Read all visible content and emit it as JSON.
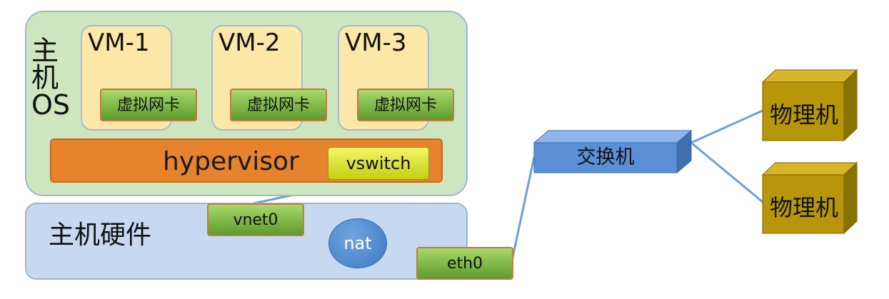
{
  "host_os": {
    "label_lines": [
      "主",
      "机",
      "OS"
    ],
    "vms": [
      {
        "title": "VM-1",
        "nic": "虚拟网卡"
      },
      {
        "title": "VM-2",
        "nic": "虚拟网卡"
      },
      {
        "title": "VM-3",
        "nic": "虚拟网卡"
      }
    ],
    "hypervisor": "hypervisor",
    "vswitch": "vswitch"
  },
  "host_hardware": {
    "label": "主机硬件",
    "vnet": "vnet0",
    "nat": "nat",
    "eth": "eth0"
  },
  "network": {
    "switch": "交换机",
    "physical_machines": [
      "物理机",
      "物理机"
    ]
  },
  "colors": {
    "host_os_bg": "#cde6c0",
    "hardware_bg": "#c6d9f1",
    "vm_bg": "#fbe7a8",
    "hypervisor": "#e7832c",
    "vswitch": "#d8e21c",
    "nic_green": "#7fbb46",
    "nat_blue": "#4f86cf",
    "switch_blue": "#5b8fd6",
    "physical_machine": "#b8960a",
    "link_line": "#6f9fd6",
    "arrow_red": "#e02020"
  }
}
